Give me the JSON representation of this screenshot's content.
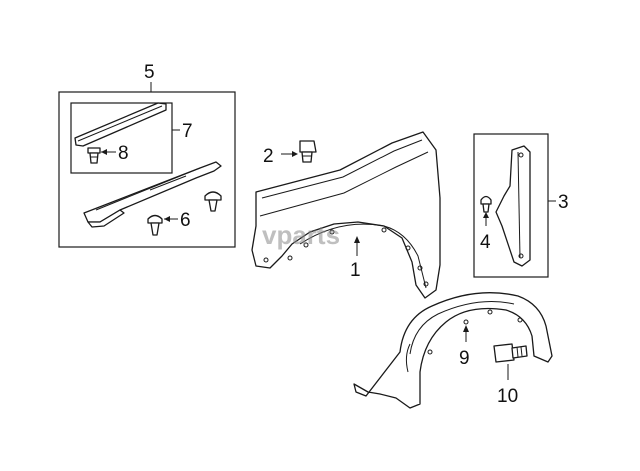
{
  "diagram": {
    "callouts": {
      "c1": "1",
      "c2": "2",
      "c3": "3",
      "c4": "4",
      "c5": "5",
      "c6": "6",
      "c7": "7",
      "c8": "8",
      "c9": "9",
      "c10": "10"
    },
    "watermark": "vparts"
  },
  "colors": {
    "line": "#1a1a1a",
    "background": "#ffffff",
    "watermark": "#8a8a8a"
  }
}
